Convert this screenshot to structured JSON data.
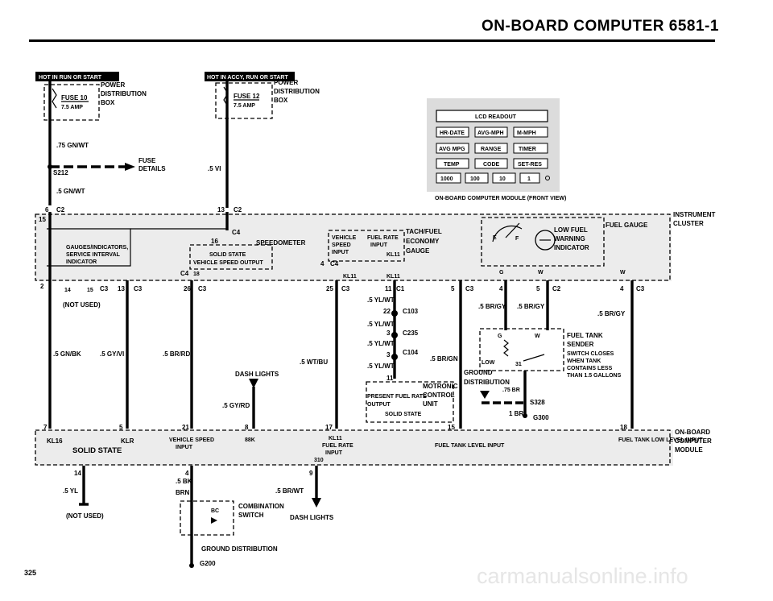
{
  "header": {
    "title": "ON-BOARD COMPUTER 6581-1"
  },
  "page_number": "325",
  "watermark": "carmanualsonline.info",
  "hot_labels": {
    "left": "HOT IN RUN OR START",
    "right": "HOT IN ACCY, RUN OR START"
  },
  "fuses": {
    "fuse10": {
      "name": "FUSE 10",
      "rating": "7.5 AMP"
    },
    "fuse12": {
      "name": "FUSE 12",
      "rating": "7.5 AMP"
    },
    "power_box": [
      "POWER",
      "DISTRIBUTION",
      "BOX"
    ],
    "fuse_details": [
      "FUSE",
      "DETAILS"
    ]
  },
  "wires": {
    "w1": ".75 GN/WT",
    "w2": ".5 GN/WT",
    "w3": ".5 VI",
    "w4": ".5 GN/BK",
    "w5": ".5 GY/VI",
    "w6": ".5 BR/RD",
    "w7": ".5 GY/RD",
    "w8": ".5 WT/BU",
    "w9": ".5 YL/WT",
    "w10": ".5 YL/WT",
    "w11": ".5 YL/WT",
    "w12": ".5 BR/GN",
    "w13": ".5 BR/GY",
    "w14": ".5 BR/GY",
    "w15": ".5 BR/GY",
    "w16": ".75 BR",
    "w17": "1 BR",
    "w18": ".5 YL",
    "w19": ".5 BK",
    "w20": "BRN",
    "w21": ".5 BR/WT"
  },
  "splices": {
    "s212": "S212",
    "s328": "S328"
  },
  "grounds": {
    "g300": "G300",
    "g200": "G200"
  },
  "lcd_panel": {
    "title": "LCD READOUT",
    "buttons": [
      [
        "HR-DATE",
        "AVG-MPH",
        "M-MPH"
      ],
      [
        "AVG MPG",
        "RANGE",
        "TIMER"
      ],
      [
        "TEMP",
        "CODE",
        "SET-RES"
      ],
      [
        "1000",
        "100",
        "10",
        "1"
      ]
    ],
    "caption": "ON-BOARD COMPUTER MODULE (FRONT VIEW)"
  },
  "instrument_cluster": {
    "label": [
      "INSTRUMENT",
      "CLUSTER"
    ],
    "gauges_box": [
      "GAUGES/INDICATORS,",
      "SERVICE INTERVAL",
      "INDICATOR"
    ],
    "speedometer": "SPEEDOMETER",
    "solid_state": [
      "SOLID STATE",
      "VEHICLE SPEED OUTPUT"
    ],
    "tach_fuel": [
      "TACH/FUEL",
      "ECONOMY",
      "GAUGE"
    ],
    "vehicle_box": [
      "VEHICLE",
      "SPEED",
      "INPUT",
      "FUEL RATE",
      "INPUT"
    ],
    "fuel_gauge": "FUEL GAUGE",
    "low_fuel": [
      "LOW FUEL",
      "WARNING",
      "INDICATOR"
    ],
    "not_used": "(NOT USED)"
  },
  "connectors": {
    "c2": "C2",
    "c3": "C3",
    "c4": "C4",
    "c1": "C1",
    "c103": "C103",
    "c235": "C235",
    "c104": "C104",
    "kl11": "KL11"
  },
  "pins": {
    "p6": "6",
    "p13": "13",
    "p15": "15",
    "p16": "16",
    "p18": "18",
    "p2": "2",
    "p14": "14",
    "p15b": "15",
    "p13b": "13",
    "p26": "26",
    "p25": "25",
    "p11": "11",
    "p5": "5",
    "p4": "4",
    "p5b": "5",
    "p4b": "4",
    "p22": "22",
    "p3": "3",
    "p3b": "3",
    "p7": "7",
    "p5c": "5",
    "p21": "21",
    "p8": "8",
    "p17": "17",
    "p15c": "15",
    "p18b": "18",
    "p14b": "14",
    "p4c": "4",
    "p9": "9",
    "p11b": "11",
    "p1": "1",
    "p31": "31"
  },
  "dash_lights": "DASH LIGHTS",
  "dash_lights_2": "DASH LIGHTS",
  "motronic": [
    "MOTRONIC",
    "CONTROL",
    "UNIT"
  ],
  "present_fuel": [
    "PRESENT FUEL RATE",
    "OUTPUT",
    "SOLID STATE"
  ],
  "fuel_tank_sender": [
    "FUEL TANK",
    "SENDER"
  ],
  "sender_note": [
    "SWITCH CLOSES",
    "WHEN TANK",
    "CONTAINS LESS",
    "THAN 1.5 GALLONS"
  ],
  "ground_dist": [
    "GROUND",
    "DISTRIBUTION"
  ],
  "obc_module": {
    "label": [
      "ON-BOARD",
      "COMPUTER",
      "MODULE"
    ],
    "pins": [
      "KL16",
      "KLR",
      "88K",
      "KL11",
      "FUEL TANK LEVEL INPUT",
      "FUEL TANK LOW LEVEL INPUT"
    ],
    "inputs": [
      "SOLID STATE",
      "VEHICLE SPEED",
      "INPUT",
      "FUEL RATE",
      "INPUT",
      "310"
    ]
  },
  "combination_switch": [
    "COMBINATION",
    "SWITCH"
  ],
  "bc": "BC",
  "ground_distribution_bottom": "GROUND DISTRIBUTION",
  "not_used_bottom": "(NOT USED)",
  "low": "LOW",
  "e": "E",
  "f": "F",
  "w": "W",
  "g": "G"
}
